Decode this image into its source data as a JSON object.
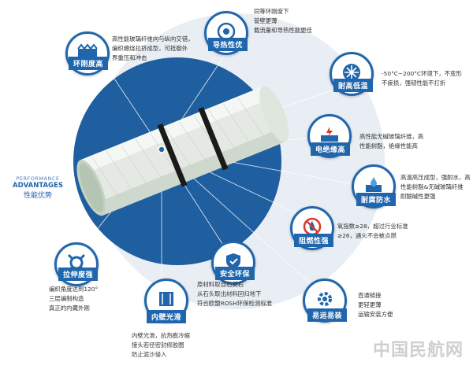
{
  "center": {
    "line1": "PERFORMANCE",
    "line2": "ADVANTAGES",
    "line3": "性能优势"
  },
  "features": [
    {
      "label": "环刚度高",
      "icon": "ring-stiffness-icon",
      "desc": "高性能玻璃纤维向与纵向交错，\n编织缠绕拉挤成型，可抵御外\n界重压和冲击"
    },
    {
      "label": "导热性优",
      "icon": "thermal-conductivity-icon",
      "desc": "同等环刚度下\n管壁更薄\n载流量和导热性能更佳"
    },
    {
      "label": "耐高低温",
      "icon": "temperature-resistance-icon",
      "desc": "-50°C~200°C环境下，不变形\n不疲损，强韧性能不打折"
    },
    {
      "label": "电绝缘高",
      "icon": "electric-insulation-icon",
      "desc": "高性能无碱玻璃纤维，高\n性能树脂，绝缘性能高"
    },
    {
      "label": "耐腐防水",
      "icon": "corrosion-waterproof-icon",
      "desc": "高温高压成型，强耐水，高\n性能树脂&无碱玻璃纤维\n耐酸碱性更强"
    },
    {
      "label": "阻燃性强",
      "icon": "flame-retardant-icon",
      "desc": "氧指数≥28，超过行业标准\n≥26，遇火不会被点燃"
    },
    {
      "label": "易运易装",
      "icon": "easy-transport-icon",
      "desc": "直通链接\n更轻更薄\n运输安装方便"
    },
    {
      "label": "安全环保",
      "icon": "eco-safety-icon",
      "desc": "原材料取自石英石\n从石头取出材料回归地下\n符合欧盟ROSH环保检测标准"
    },
    {
      "label": "内壁光滑",
      "icon": "smooth-wall-icon",
      "desc": "内壁光滑，抗热膨冷缩\n接头若径密封修胶圈\n防止泥沙侵入"
    },
    {
      "label": "拉伸度强",
      "icon": "tensile-strength-icon",
      "desc": "编织角度达到120°\n三层编制构造\n真正的内藏外刚"
    }
  ],
  "watermark": "中国民航网",
  "colors": {
    "accent": "#1f66ad",
    "circle": "#e9eef4",
    "pipe": "#e6ece6"
  }
}
